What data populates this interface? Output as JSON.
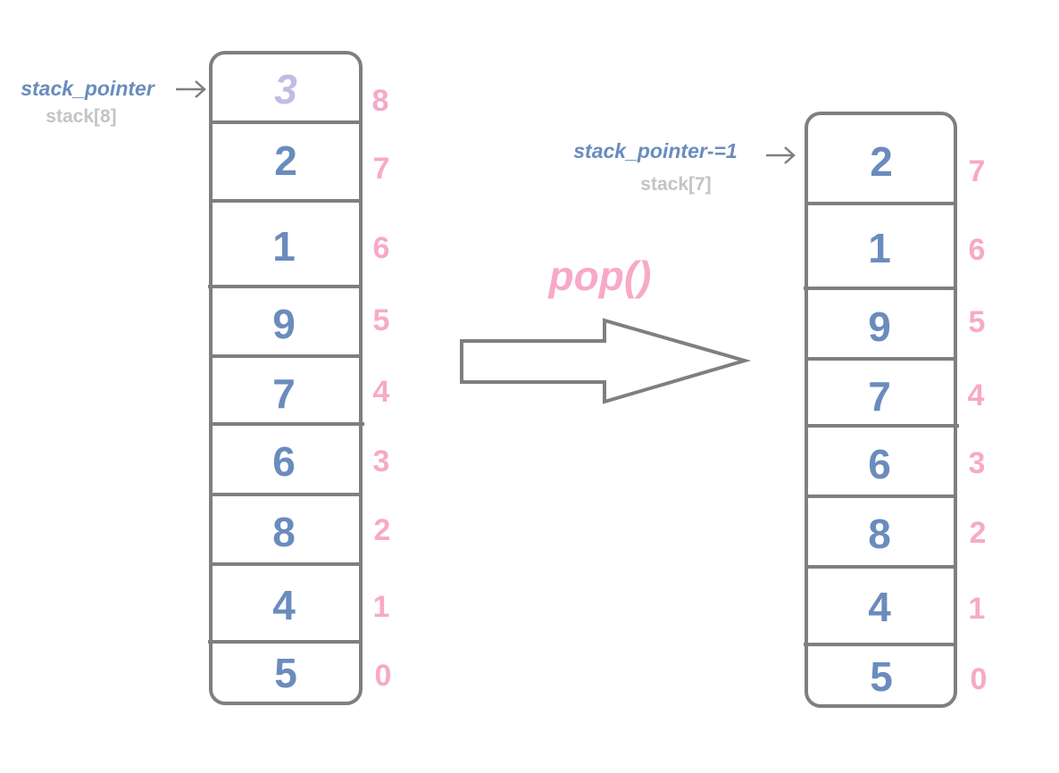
{
  "colors": {
    "value": "#6a8cbd",
    "popped_value": "#c4bbe3",
    "index": "#f7a9c8",
    "pointer": "#6a8cbd",
    "subscript": "#c4c4c4",
    "operation": "#f7a9c8",
    "outline": "#7f7f7f"
  },
  "before": {
    "pointer_label": "stack_pointer",
    "pointer_sub": "stack[8]",
    "cells": [
      {
        "value": "3",
        "index": "8",
        "popped": true
      },
      {
        "value": "2",
        "index": "7"
      },
      {
        "value": "1",
        "index": "6"
      },
      {
        "value": "9",
        "index": "5"
      },
      {
        "value": "7",
        "index": "4"
      },
      {
        "value": "6",
        "index": "3"
      },
      {
        "value": "8",
        "index": "2"
      },
      {
        "value": "4",
        "index": "1"
      },
      {
        "value": "5",
        "index": "0"
      }
    ]
  },
  "operation": "pop()",
  "after": {
    "pointer_label": "stack_pointer-=1",
    "pointer_sub": "stack[7]",
    "cells": [
      {
        "value": "2",
        "index": "7"
      },
      {
        "value": "1",
        "index": "6"
      },
      {
        "value": "9",
        "index": "5"
      },
      {
        "value": "7",
        "index": "4"
      },
      {
        "value": "6",
        "index": "3"
      },
      {
        "value": "8",
        "index": "2"
      },
      {
        "value": "4",
        "index": "1"
      },
      {
        "value": "5",
        "index": "0"
      }
    ]
  }
}
